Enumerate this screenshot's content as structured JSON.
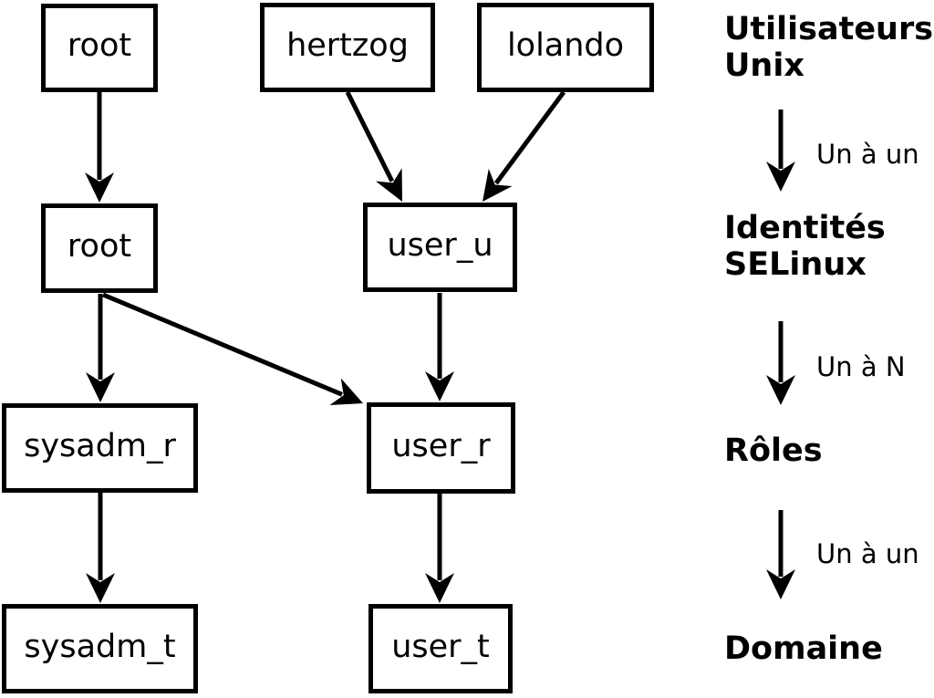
{
  "diagram": {
    "nodes": [
      {
        "id": "unix-root",
        "label": "root"
      },
      {
        "id": "unix-hertzog",
        "label": "hertzog"
      },
      {
        "id": "unix-lolando",
        "label": "lolando"
      },
      {
        "id": "selinux-root",
        "label": "root"
      },
      {
        "id": "selinux-user-u",
        "label": "user_u"
      },
      {
        "id": "role-sysadm-r",
        "label": "sysadm_r"
      },
      {
        "id": "role-user-r",
        "label": "user_r"
      },
      {
        "id": "domain-sysadm-t",
        "label": "sysadm_t"
      },
      {
        "id": "domain-user-t",
        "label": "user_t"
      }
    ],
    "edges": [
      {
        "from": "unix-root",
        "to": "selinux-root"
      },
      {
        "from": "unix-hertzog",
        "to": "selinux-user-u"
      },
      {
        "from": "unix-lolando",
        "to": "selinux-user-u"
      },
      {
        "from": "selinux-root",
        "to": "role-sysadm-r"
      },
      {
        "from": "selinux-root",
        "to": "role-user-r"
      },
      {
        "from": "selinux-user-u",
        "to": "role-user-r"
      },
      {
        "from": "role-sysadm-r",
        "to": "domain-sysadm-t"
      },
      {
        "from": "role-user-r",
        "to": "domain-user-t"
      }
    ]
  },
  "legend": {
    "levels": [
      {
        "lines": [
          "Utilisateurs",
          "Unix"
        ]
      },
      {
        "lines": [
          "Identités",
          "SELinux"
        ]
      },
      {
        "lines": [
          "Rôles"
        ]
      },
      {
        "lines": [
          "Domaine"
        ]
      }
    ],
    "relations": [
      {
        "label": "Un à un"
      },
      {
        "label": "Un à N"
      },
      {
        "label": "Un à un"
      }
    ]
  },
  "colors": {
    "ink": "#000000",
    "background": "#ffffff"
  }
}
